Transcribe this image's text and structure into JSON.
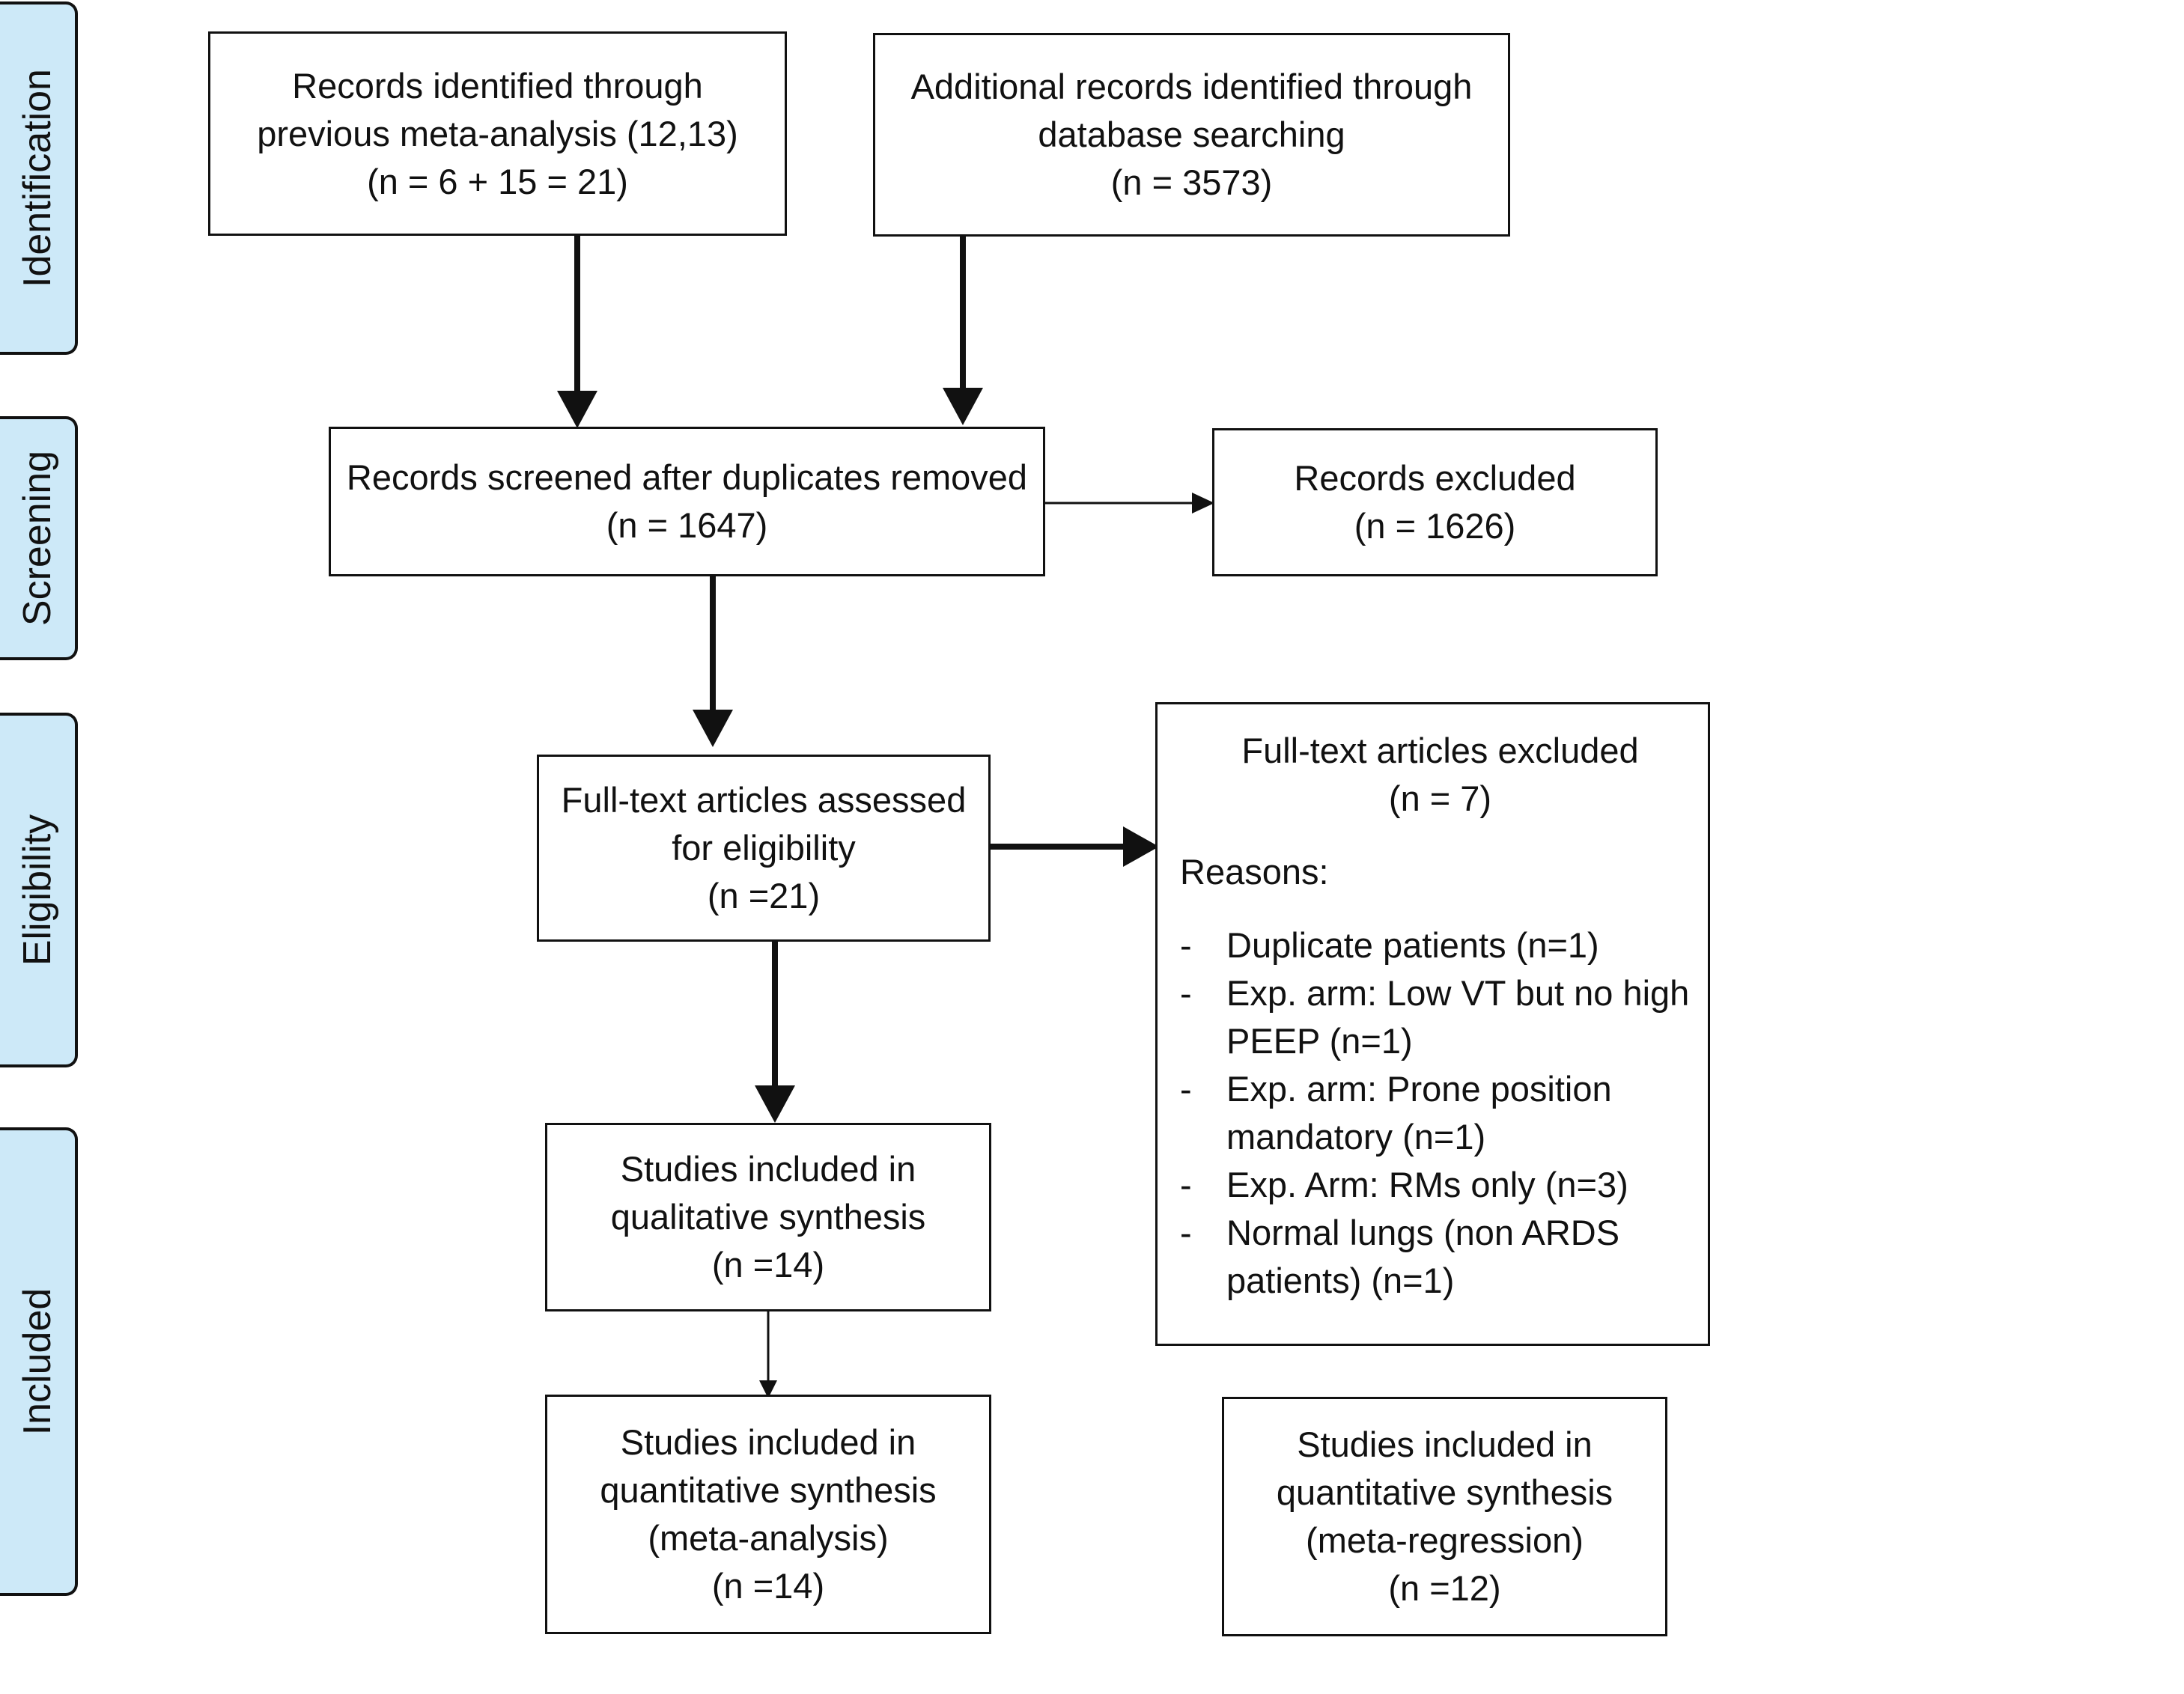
{
  "phases": [
    "Identification",
    "Screening",
    "Eligibility",
    "Included"
  ],
  "boxes": {
    "previous_meta": {
      "lines": [
        "Records identified through",
        "previous meta-analysis (12,13)",
        "(n = 6 + 15 = 21)"
      ]
    },
    "database": {
      "lines": [
        "Additional records identified through",
        "database searching",
        "(n = 3573)"
      ]
    },
    "screened": {
      "lines": [
        "Records screened after duplicates removed",
        "(n = 1647)"
      ]
    },
    "records_excluded": {
      "lines": [
        "Records excluded",
        "(n = 1626)"
      ]
    },
    "fulltext_assessed": {
      "lines": [
        "Full-text articles assessed",
        "for eligibility",
        "(n =21)"
      ]
    },
    "fulltext_excluded": {
      "lines": [
        "Full-text articles excluded",
        "(n = 7)"
      ],
      "reasons_label": "Reasons:",
      "reasons": [
        {
          "line1": "Duplicate patients (n=1)",
          "line2": ""
        },
        {
          "line1": "Exp. arm: Low VT but no high",
          "line2": "PEEP (n=1)"
        },
        {
          "line1": "Exp. arm: Prone position",
          "line2": "mandatory (n=1)"
        },
        {
          "line1": "Exp. Arm: RMs only (n=3)",
          "line2": ""
        },
        {
          "line1": "Normal lungs (non ARDS",
          "line2": "patients) (n=1)"
        }
      ],
      "bullet": "-"
    },
    "qualitative": {
      "lines": [
        "Studies included in",
        "qualitative synthesis",
        "(n =14)"
      ]
    },
    "meta_analysis": {
      "lines": [
        "Studies included in",
        "quantitative synthesis",
        "(meta-analysis)",
        "(n =14)"
      ]
    },
    "meta_regression": {
      "lines": [
        "Studies included in",
        "quantitative synthesis",
        "(meta-regression)",
        "(n =12)"
      ]
    }
  }
}
